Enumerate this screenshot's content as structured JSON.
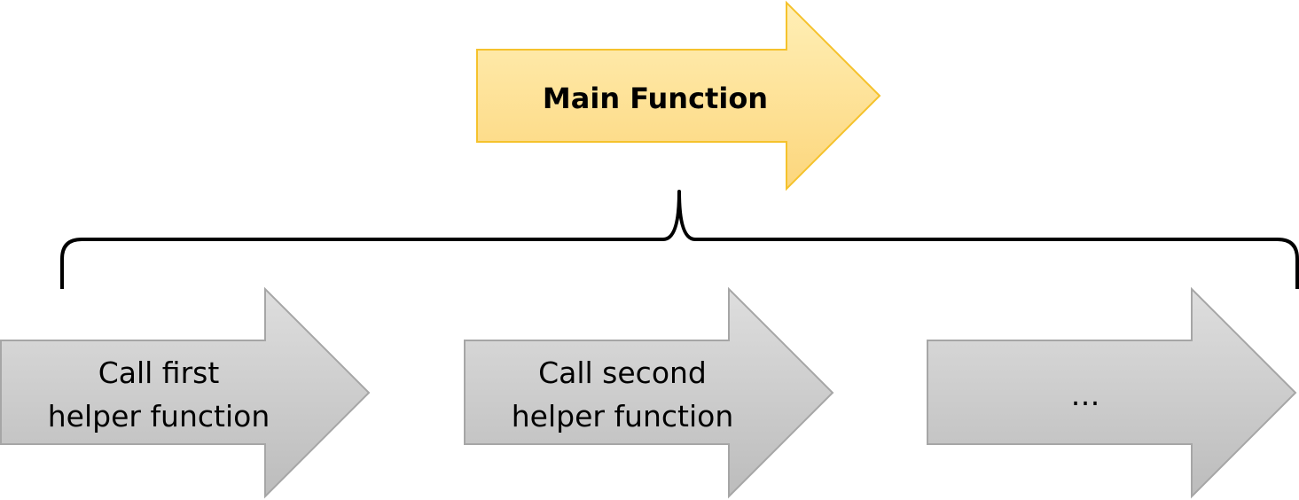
{
  "main": {
    "label": "Main Function",
    "fill_top": "#ffefb6",
    "fill_bottom": "#fcd67c",
    "stroke": "#f5c22c"
  },
  "helpers": [
    {
      "line1": "Call first",
      "line2": "helper function"
    },
    {
      "line1": "Call second",
      "line2": "helper function"
    },
    {
      "line1": "…",
      "line2": ""
    }
  ],
  "helper_style": {
    "fill_top": "#dedede",
    "fill_bottom": "#bcbcbc",
    "stroke": "#a6a6a6"
  },
  "brace_color": "#000000"
}
